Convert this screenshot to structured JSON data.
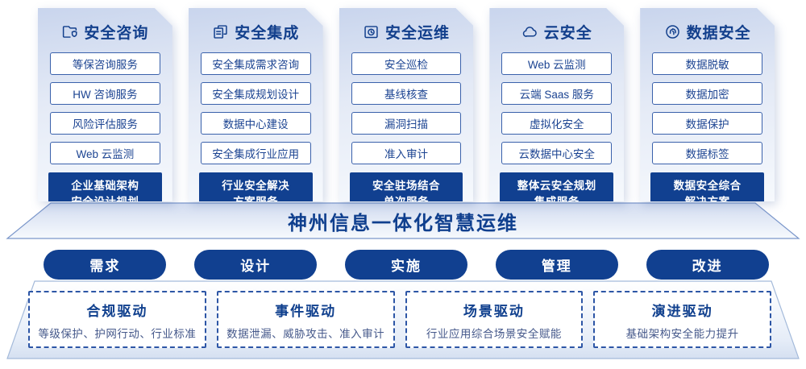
{
  "colors": {
    "primary_blue": "#114090",
    "title_text": "#123f8c",
    "item_border": "#3a61ab",
    "dashed_border": "#2d56a6",
    "card_gradient_top": "#c9d5ed",
    "platform_tint": "#d8e2f2"
  },
  "columns": [
    {
      "title": "安全咨询",
      "icon": "folder-shield-icon",
      "items": [
        "等保咨询服务",
        "HW 咨询服务",
        "风险评估服务",
        "Web 云监测"
      ],
      "footer": [
        "企业基础架构",
        "安全设计规划"
      ]
    },
    {
      "title": "安全集成",
      "icon": "documents-icon",
      "items": [
        "安全集成需求咨询",
        "安全集成规划设计",
        "数据中心建设",
        "安全集成行业应用"
      ],
      "footer": [
        "行业安全解决",
        "方案服务"
      ]
    },
    {
      "title": "安全运维",
      "icon": "ops-clock-icon",
      "items": [
        "安全巡检",
        "基线核查",
        "漏洞扫描",
        "准入审计"
      ],
      "footer": [
        "安全驻场结合",
        "单次服务"
      ]
    },
    {
      "title": "云安全",
      "icon": "cloud-icon",
      "items": [
        "Web 云监测",
        "云端 Saas 服务",
        "虚拟化安全",
        "云数据中心安全"
      ],
      "footer": [
        "整体云安全规划",
        "集成服务"
      ]
    },
    {
      "title": "数据安全",
      "icon": "fingerprint-icon",
      "items": [
        "数据脱敏",
        "数据加密",
        "数据保护",
        "数据标签"
      ],
      "footer": [
        "数据安全综合",
        "解决方案"
      ]
    }
  ],
  "banner": {
    "title": "神州信息一体化智慧运维"
  },
  "process_pills": [
    {
      "label": "需求"
    },
    {
      "label": "设计"
    },
    {
      "label": "实施"
    },
    {
      "label": "管理"
    },
    {
      "label": "改进"
    }
  ],
  "drivers": [
    {
      "title": "合规驱动",
      "desc": "等级保护、护网行动、行业标准"
    },
    {
      "title": "事件驱动",
      "desc": "数据泄漏、威胁攻击、准入审计"
    },
    {
      "title": "场景驱动",
      "desc": "行业应用综合场景安全赋能"
    },
    {
      "title": "演进驱动",
      "desc": "基础架构安全能力提升"
    }
  ]
}
